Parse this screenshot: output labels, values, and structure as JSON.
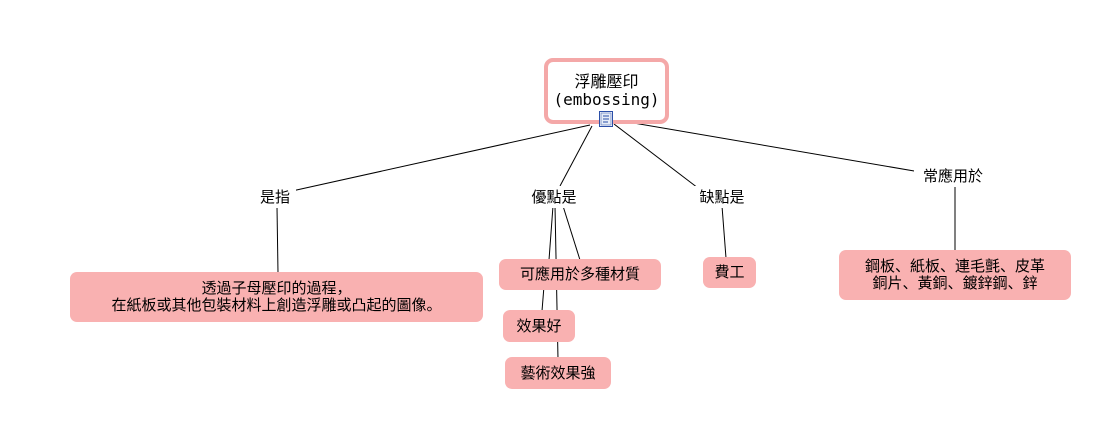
{
  "root": {
    "label_line1": "浮雕壓印",
    "label_line2": "(embossing)",
    "icon": "document-icon"
  },
  "links": {
    "is": "是指",
    "advantages": "優點是",
    "disadvantages": "缺點是",
    "used_for": "常應用於"
  },
  "concepts": {
    "definition": "透過子母壓印的過程，\n在紙板或其他包裝材料上創造浮雕或凸起的圖像。",
    "adv_materials": "可應用於多種材質",
    "adv_effect": "效果好",
    "adv_art": "藝術效果強",
    "disadv_labor": "費工",
    "materials": "鋼板、紙板、連毛氈、皮革\n銅片、黃銅、鍍鋅鋼、鋅"
  },
  "colors": {
    "concept_fill": "#f9b1b1",
    "root_border": "#f4a8a8",
    "line": "#000000"
  }
}
